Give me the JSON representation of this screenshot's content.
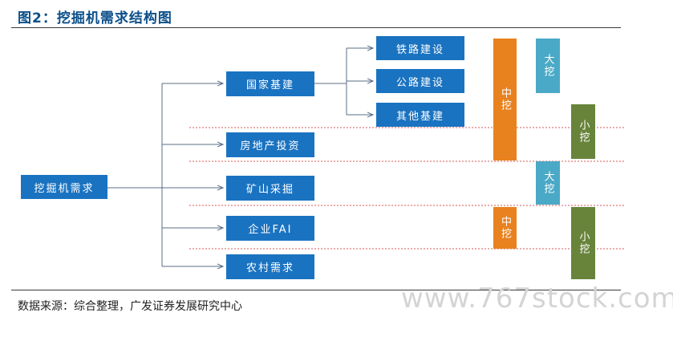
{
  "title": "图2：挖掘机需求结构图",
  "nodes": {
    "root": "挖掘机需求",
    "infrastructure": "国家基建",
    "real_estate": "房地产投资",
    "mining": "矿山采掘",
    "enterprise_fai": "企业FAI",
    "rural": "农村需求",
    "railway": "铁路建设",
    "highway": "公路建设",
    "other_infra": "其他基建"
  },
  "tags": {
    "medium_top": "中挖",
    "large_top": "大挖",
    "small_top": "小挖",
    "large_mid": "大挖",
    "medium_bottom": "中挖",
    "small_bottom": "小挖"
  },
  "colors": {
    "box": "#1a73c1",
    "medium": "#e8821e",
    "large": "#4aa9c6",
    "small": "#67843a",
    "divider": "#d65a5a"
  },
  "source": "数据来源：综合整理，广发证券发展研究中心",
  "watermark": "www.767stock.com"
}
